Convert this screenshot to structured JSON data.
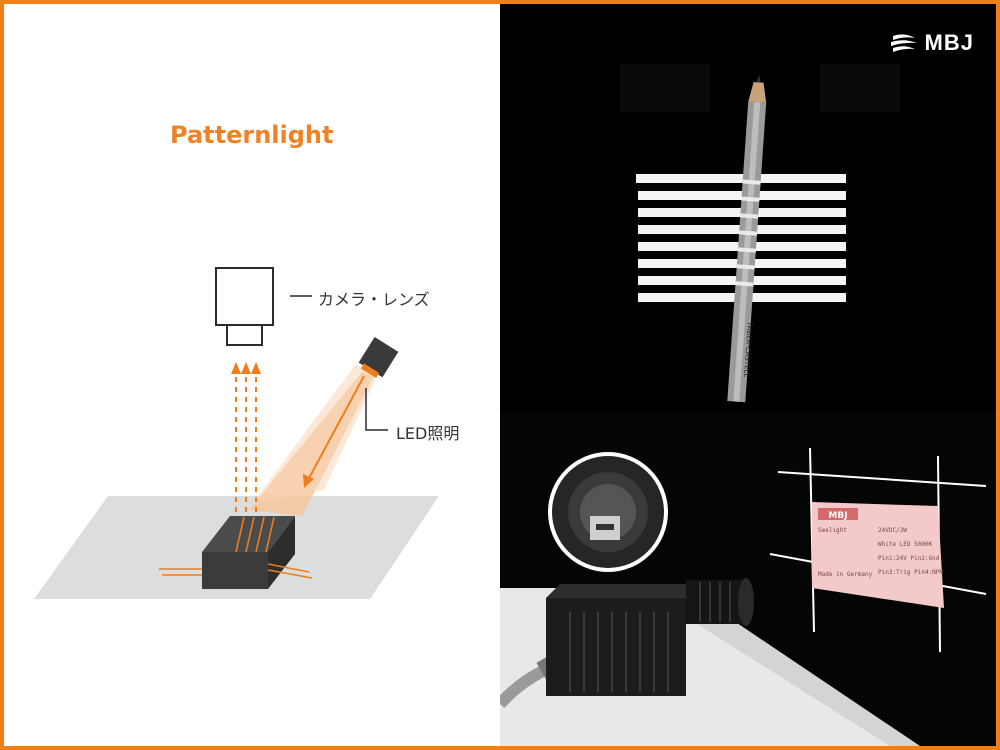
{
  "diagram": {
    "title": "Patternlight",
    "camera_label": "カメラ・レンズ",
    "led_label": "LED照明"
  },
  "logo": {
    "text": "MBJ"
  },
  "photos": {
    "pencil_brand": "FABER-CASTELL",
    "label_lines": [
      "MBJ",
      "Seelight",
      "24VDC/3W",
      "White LED 5000K",
      "Pin1:24V Pin2:Gnd",
      "Pin3:Trig Pin4:NPN",
      "Made in Germany"
    ]
  },
  "colors": {
    "accent": "#ef8226",
    "frame": "#f07f14"
  }
}
